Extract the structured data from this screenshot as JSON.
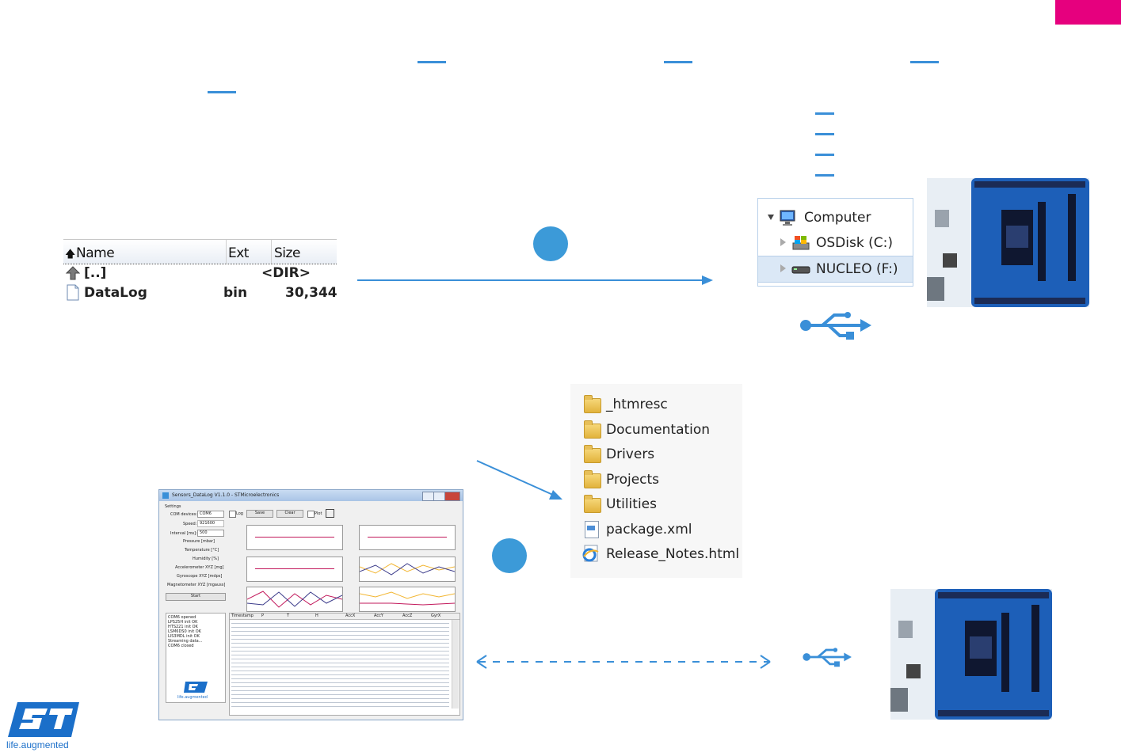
{
  "file_panel": {
    "headers": [
      "Name",
      "Ext",
      "Size"
    ],
    "rows": [
      {
        "name": "[..]",
        "ext": "",
        "size": "<DIR>"
      },
      {
        "name": "DataLog",
        "ext": "bin",
        "size": "30,344"
      }
    ]
  },
  "explorer": {
    "items": [
      {
        "label": "Computer"
      },
      {
        "label": "OSDisk (C:)"
      },
      {
        "label": "NUCLEO (F:)"
      }
    ]
  },
  "folder_list": {
    "items": [
      {
        "label": "_htmresc",
        "icon": "folder-icon"
      },
      {
        "label": "Documentation",
        "icon": "folder-icon"
      },
      {
        "label": "Drivers",
        "icon": "folder-icon"
      },
      {
        "label": "Projects",
        "icon": "folder-icon"
      },
      {
        "label": "Utilities",
        "icon": "folder-icon"
      },
      {
        "label": "package.xml",
        "icon": "xml-file-icon"
      },
      {
        "label": "Release_Notes.html",
        "icon": "html-file-icon"
      }
    ]
  },
  "app_window": {
    "title": "Sensors_DataLog V1.1.0 - STMicroelectronics",
    "settings_label": "Settings",
    "com_label": "COM devices:",
    "com_value": "COM6",
    "speed_label": "Speed:",
    "speed_value": "921600",
    "interval_label": "Interval [ms]:",
    "interval_value": "500",
    "sensors": [
      "Pressure [mbar]",
      "Temperature [°C]",
      "Humidity [%]",
      "Accelerometer XYZ [mg]",
      "Gyroscope XYZ [mdps]",
      "Magnetometer XYZ [mgauss]"
    ],
    "start_label": "Start",
    "log_label": "Log",
    "save_label": "Save",
    "clear_label": "Clear",
    "plot_label": "Plot",
    "log_lines": [
      "COM6 opened",
      "LPS25H init OK",
      "HTS221 init OK",
      "LSM6DS0 init OK",
      "LIS3MDL init OK",
      "Streaming data...",
      "COM6 closed"
    ],
    "table_headers": [
      "Timestamp",
      "P",
      "T",
      "H",
      "AccX",
      "AccY",
      "AccZ",
      "GyrX"
    ],
    "logo_tagline": "life.augmented"
  },
  "corner_logo": {
    "tagline": "life.augmented"
  },
  "colors": {
    "accent_pink": "#e6007e",
    "accent_blue": "#3a8fd8",
    "board_blue": "#1d5fb8"
  }
}
